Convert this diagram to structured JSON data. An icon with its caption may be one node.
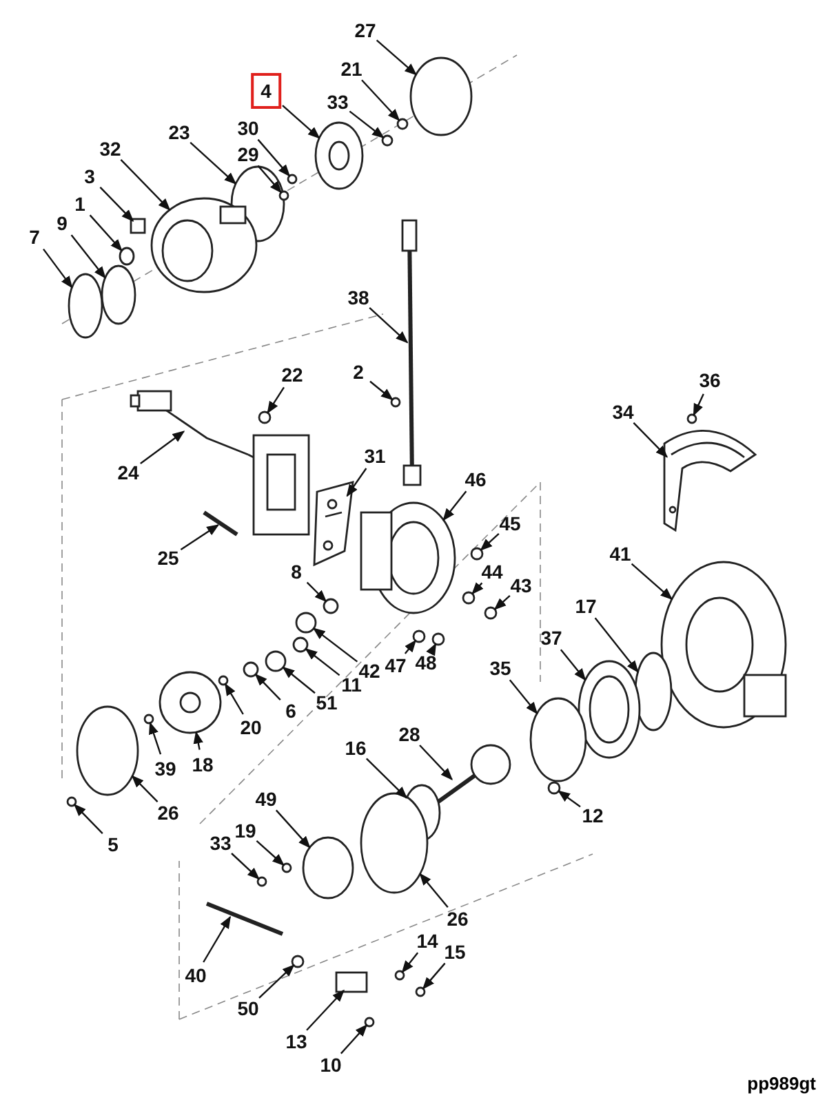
{
  "diagram": {
    "nodes": [
      {
        "text": [
          "27"
        ]
      },
      {
        "text": [
          "21"
        ]
      },
      {
        "text": [
          "4"
        ]
      },
      {
        "text": [
          "33"
        ]
      },
      {
        "text": [
          "30"
        ]
      },
      {
        "text": [
          "23"
        ]
      },
      {
        "text": [
          "29"
        ]
      },
      {
        "text": [
          "32"
        ]
      },
      {
        "text": [
          "3"
        ]
      },
      {
        "text": [
          "1"
        ]
      },
      {
        "text": [
          "9"
        ]
      },
      {
        "text": [
          "7"
        ]
      },
      {
        "text": [
          "38"
        ]
      },
      {
        "text": [
          "2"
        ]
      },
      {
        "text": [
          "22"
        ]
      },
      {
        "text": [
          "36"
        ]
      },
      {
        "text": [
          "34"
        ]
      },
      {
        "text": [
          "24"
        ]
      },
      {
        "text": [
          "31"
        ]
      },
      {
        "text": [
          "46"
        ]
      },
      {
        "text": [
          "25"
        ]
      },
      {
        "text": [
          "45"
        ]
      },
      {
        "text": [
          "41"
        ]
      },
      {
        "text": [
          "8"
        ]
      },
      {
        "text": [
          "44"
        ]
      },
      {
        "text": [
          "43"
        ]
      },
      {
        "text": [
          "17"
        ]
      },
      {
        "text": [
          "37"
        ]
      },
      {
        "text": [
          "42"
        ]
      },
      {
        "text": [
          "47"
        ]
      },
      {
        "text": [
          "48"
        ]
      },
      {
        "text": [
          "35"
        ]
      },
      {
        "text": [
          "11"
        ]
      },
      {
        "text": [
          "51"
        ]
      },
      {
        "text": [
          "6"
        ]
      },
      {
        "text": [
          "20"
        ]
      },
      {
        "text": [
          "39"
        ]
      },
      {
        "text": [
          "18"
        ]
      },
      {
        "text": [
          "28"
        ]
      },
      {
        "text": [
          "16"
        ]
      },
      {
        "text": [
          "12"
        ]
      },
      {
        "text": [
          "26"
        ]
      },
      {
        "text": [
          "5"
        ]
      },
      {
        "text": [
          "49"
        ]
      },
      {
        "text": [
          "33"
        ]
      },
      {
        "text": [
          "19"
        ]
      },
      {
        "text": [
          "26"
        ]
      },
      {
        "text": [
          "40"
        ]
      },
      {
        "text": [
          "14"
        ]
      },
      {
        "text": [
          "15"
        ]
      },
      {
        "text": [
          "50"
        ]
      },
      {
        "text": [
          "13"
        ]
      },
      {
        "text": [
          "10"
        ]
      },
      {
        "text": [],
        "shape": "circle"
      },
      {
        "text": [],
        "shape": "circle"
      },
      {
        "text": [],
        "shape": "picture"
      },
      {
        "text": [],
        "shape": "circle"
      },
      {
        "text": [],
        "shape": "circle"
      },
      {
        "text": [],
        "shape": "circle"
      },
      {
        "text": [],
        "shape": "circle"
      },
      {
        "text": [],
        "shape": "picture"
      },
      {
        "text": [],
        "shape": "box"
      },
      {
        "text": [],
        "shape": "circle"
      },
      {
        "text": [],
        "shape": "circle"
      },
      {
        "text": [],
        "shape": "circle"
      },
      {
        "text": [],
        "shape": "picture"
      },
      {
        "text": [],
        "shape": "circle"
      },
      {
        "text": [],
        "shape": "circle"
      },
      {
        "text": [],
        "shape": "circle"
      },
      {
        "text": [],
        "shape": "picture"
      },
      {
        "text": [],
        "shape": "picture"
      },
      {
        "text": [],
        "shape": "picture"
      },
      {
        "text": [],
        "shape": "picture"
      },
      {
        "text": [],
        "shape": "bar"
      },
      {
        "text": [],
        "shape": "circle"
      },
      {
        "text": [],
        "shape": "picture"
      },
      {
        "text": [],
        "shape": "circle"
      },
      {
        "text": [],
        "shape": "circle"
      },
      {
        "text": [],
        "shape": "circle"
      },
      {
        "text": [],
        "shape": "circle"
      },
      {
        "text": [],
        "shape": "picture"
      },
      {
        "text": [],
        "shape": "circle"
      },
      {
        "text": [],
        "shape": "circle"
      },
      {
        "text": [],
        "shape": "circle"
      },
      {
        "text": [],
        "shape": "circle"
      },
      {
        "text": [],
        "shape": "circle"
      },
      {
        "text": [],
        "shape": "circle"
      },
      {
        "text": [],
        "shape": "circle"
      },
      {
        "text": [],
        "shape": "circle"
      },
      {
        "text": [],
        "shape": "circle"
      },
      {
        "text": [],
        "shape": "picture"
      },
      {
        "text": [],
        "shape": "picture"
      },
      {
        "text": [],
        "shape": "circle"
      },
      {
        "text": [],
        "shape": "circle"
      },
      {
        "text": [],
        "shape": "circle"
      },
      {
        "text": [],
        "shape": "circle"
      },
      {
        "text": [],
        "shape": "circle"
      },
      {
        "text": [],
        "shape": "circle"
      },
      {
        "text": [],
        "shape": "circle"
      },
      {
        "text": [],
        "shape": "circle"
      },
      {
        "text": [],
        "shape": "bar"
      },
      {
        "text": [],
        "shape": "circle"
      },
      {
        "text": [],
        "shape": "circle"
      },
      {
        "text": [],
        "shape": "circle"
      },
      {
        "text": [],
        "shape": "box"
      },
      {
        "text": [],
        "shape": "circle"
      }
    ],
    "edges": [
      {
        "from": 0,
        "to": 53,
        "arrow": "to"
      },
      {
        "from": 1,
        "to": 54,
        "arrow": "to"
      },
      {
        "from": 2,
        "to": 55,
        "arrow": "to"
      },
      {
        "from": 3,
        "to": 56,
        "arrow": "to"
      },
      {
        "from": 4,
        "to": 57,
        "arrow": "to"
      },
      {
        "from": 5,
        "to": 58,
        "arrow": "to"
      },
      {
        "from": 6,
        "to": 59,
        "arrow": "to"
      },
      {
        "from": 7,
        "to": 60,
        "arrow": "to"
      },
      {
        "from": 8,
        "to": 61,
        "arrow": "to"
      },
      {
        "from": 9,
        "to": 62,
        "arrow": "to"
      },
      {
        "from": 10,
        "to": 63,
        "arrow": "to"
      },
      {
        "from": 11,
        "to": 64,
        "arrow": "to"
      },
      {
        "from": 12,
        "to": 65,
        "arrow": "to"
      },
      {
        "from": 13,
        "to": 66,
        "arrow": "to"
      },
      {
        "from": 14,
        "to": 67,
        "arrow": "to"
      },
      {
        "from": 15,
        "to": 68,
        "arrow": "to"
      },
      {
        "from": 16,
        "to": 69,
        "arrow": "to"
      },
      {
        "from": 17,
        "to": 70,
        "arrow": "to"
      },
      {
        "from": 18,
        "to": 71,
        "arrow": "to"
      },
      {
        "from": 19,
        "to": 72,
        "arrow": "to"
      },
      {
        "from": 20,
        "to": 73,
        "arrow": "to"
      },
      {
        "from": 21,
        "to": 74,
        "arrow": "to"
      },
      {
        "from": 22,
        "to": 75,
        "arrow": "to"
      },
      {
        "from": 23,
        "to": 76,
        "arrow": "to"
      },
      {
        "from": 24,
        "to": 77,
        "arrow": "to"
      },
      {
        "from": 25,
        "to": 78,
        "arrow": "to"
      },
      {
        "from": 26,
        "to": 79,
        "arrow": "to"
      },
      {
        "from": 27,
        "to": 80,
        "arrow": "to"
      },
      {
        "from": 28,
        "to": 81,
        "arrow": "to"
      },
      {
        "from": 29,
        "to": 82,
        "arrow": "to"
      },
      {
        "from": 30,
        "to": 83,
        "arrow": "to"
      },
      {
        "from": 31,
        "to": 84,
        "arrow": "to"
      },
      {
        "from": 32,
        "to": 85,
        "arrow": "to"
      },
      {
        "from": 33,
        "to": 86,
        "arrow": "to"
      },
      {
        "from": 34,
        "to": 87,
        "arrow": "to"
      },
      {
        "from": 35,
        "to": 88,
        "arrow": "to"
      },
      {
        "from": 36,
        "to": 89,
        "arrow": "to"
      },
      {
        "from": 37,
        "to": 90,
        "arrow": "to"
      },
      {
        "from": 38,
        "to": 91,
        "arrow": "to"
      },
      {
        "from": 39,
        "to": 92,
        "arrow": "to"
      },
      {
        "from": 40,
        "to": 93,
        "arrow": "to"
      },
      {
        "from": 41,
        "to": 94,
        "arrow": "to"
      },
      {
        "from": 42,
        "to": 95,
        "arrow": "to"
      },
      {
        "from": 43,
        "to": 96,
        "arrow": "to"
      },
      {
        "from": 44,
        "to": 97,
        "arrow": "to"
      },
      {
        "from": 45,
        "to": 98,
        "arrow": "to"
      },
      {
        "from": 46,
        "to": 99,
        "arrow": "to"
      },
      {
        "from": 47,
        "to": 100,
        "arrow": "to"
      },
      {
        "from": 48,
        "to": 101,
        "arrow": "to"
      },
      {
        "from": 49,
        "to": 102,
        "arrow": "to"
      },
      {
        "from": 50,
        "to": 103,
        "arrow": "to"
      },
      {
        "from": 51,
        "to": 104,
        "arrow": "to"
      },
      {
        "from": 52,
        "to": 105,
        "arrow": "to"
      }
    ],
    "labels": [
      "pp989gt"
    ]
  }
}
